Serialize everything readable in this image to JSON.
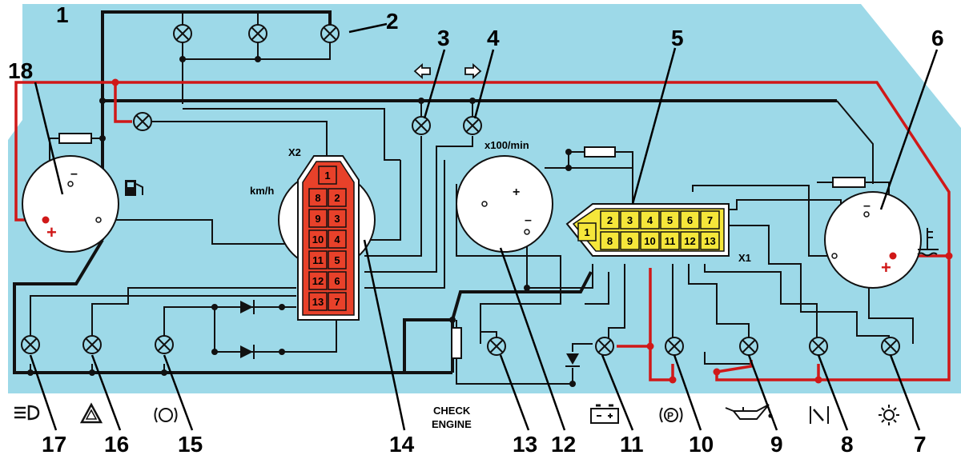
{
  "callouts": {
    "c1": "1",
    "c2": "2",
    "c3": "3",
    "c4": "4",
    "c5": "5",
    "c6": "6",
    "c7": "7",
    "c8": "8",
    "c9": "9",
    "c10": "10",
    "c11": "11",
    "c12": "12",
    "c13": "13",
    "c14": "14",
    "c15": "15",
    "c16": "16",
    "c17": "17",
    "c18": "18"
  },
  "labels": {
    "tacho_unit": "x100/min",
    "speed_unit": "km/h",
    "connector_x2": "X2",
    "connector_x1": "X1",
    "check_engine_line1": "CHECK",
    "check_engine_line2": "ENGINE",
    "plus": "+",
    "minus": "–"
  },
  "connector_x2_pins": [
    "1",
    "8",
    "2",
    "9",
    "3",
    "10",
    "4",
    "11",
    "5",
    "12",
    "6",
    "13",
    "7"
  ],
  "connector_x1_pins": [
    "1",
    "2",
    "3",
    "4",
    "5",
    "6",
    "7",
    "8",
    "9",
    "10",
    "11",
    "12",
    "13"
  ],
  "colors": {
    "panel": "#9dd9e8",
    "x2_connector": "#e8412a",
    "x1_connector": "#f5e63a",
    "wire_positive": "#d01818",
    "wire": "#111111"
  },
  "icons": [
    "headlight-beam-icon",
    "hazard-triangle-icon",
    "brake-warning-icon",
    "battery-icon",
    "parking-brake-icon",
    "oil-can-icon",
    "choke-icon",
    "sidelight-sun-icon",
    "fuel-pump-icon",
    "coolant-thermometer-icon",
    "turn-left-arrow-icon",
    "turn-right-arrow-icon"
  ]
}
